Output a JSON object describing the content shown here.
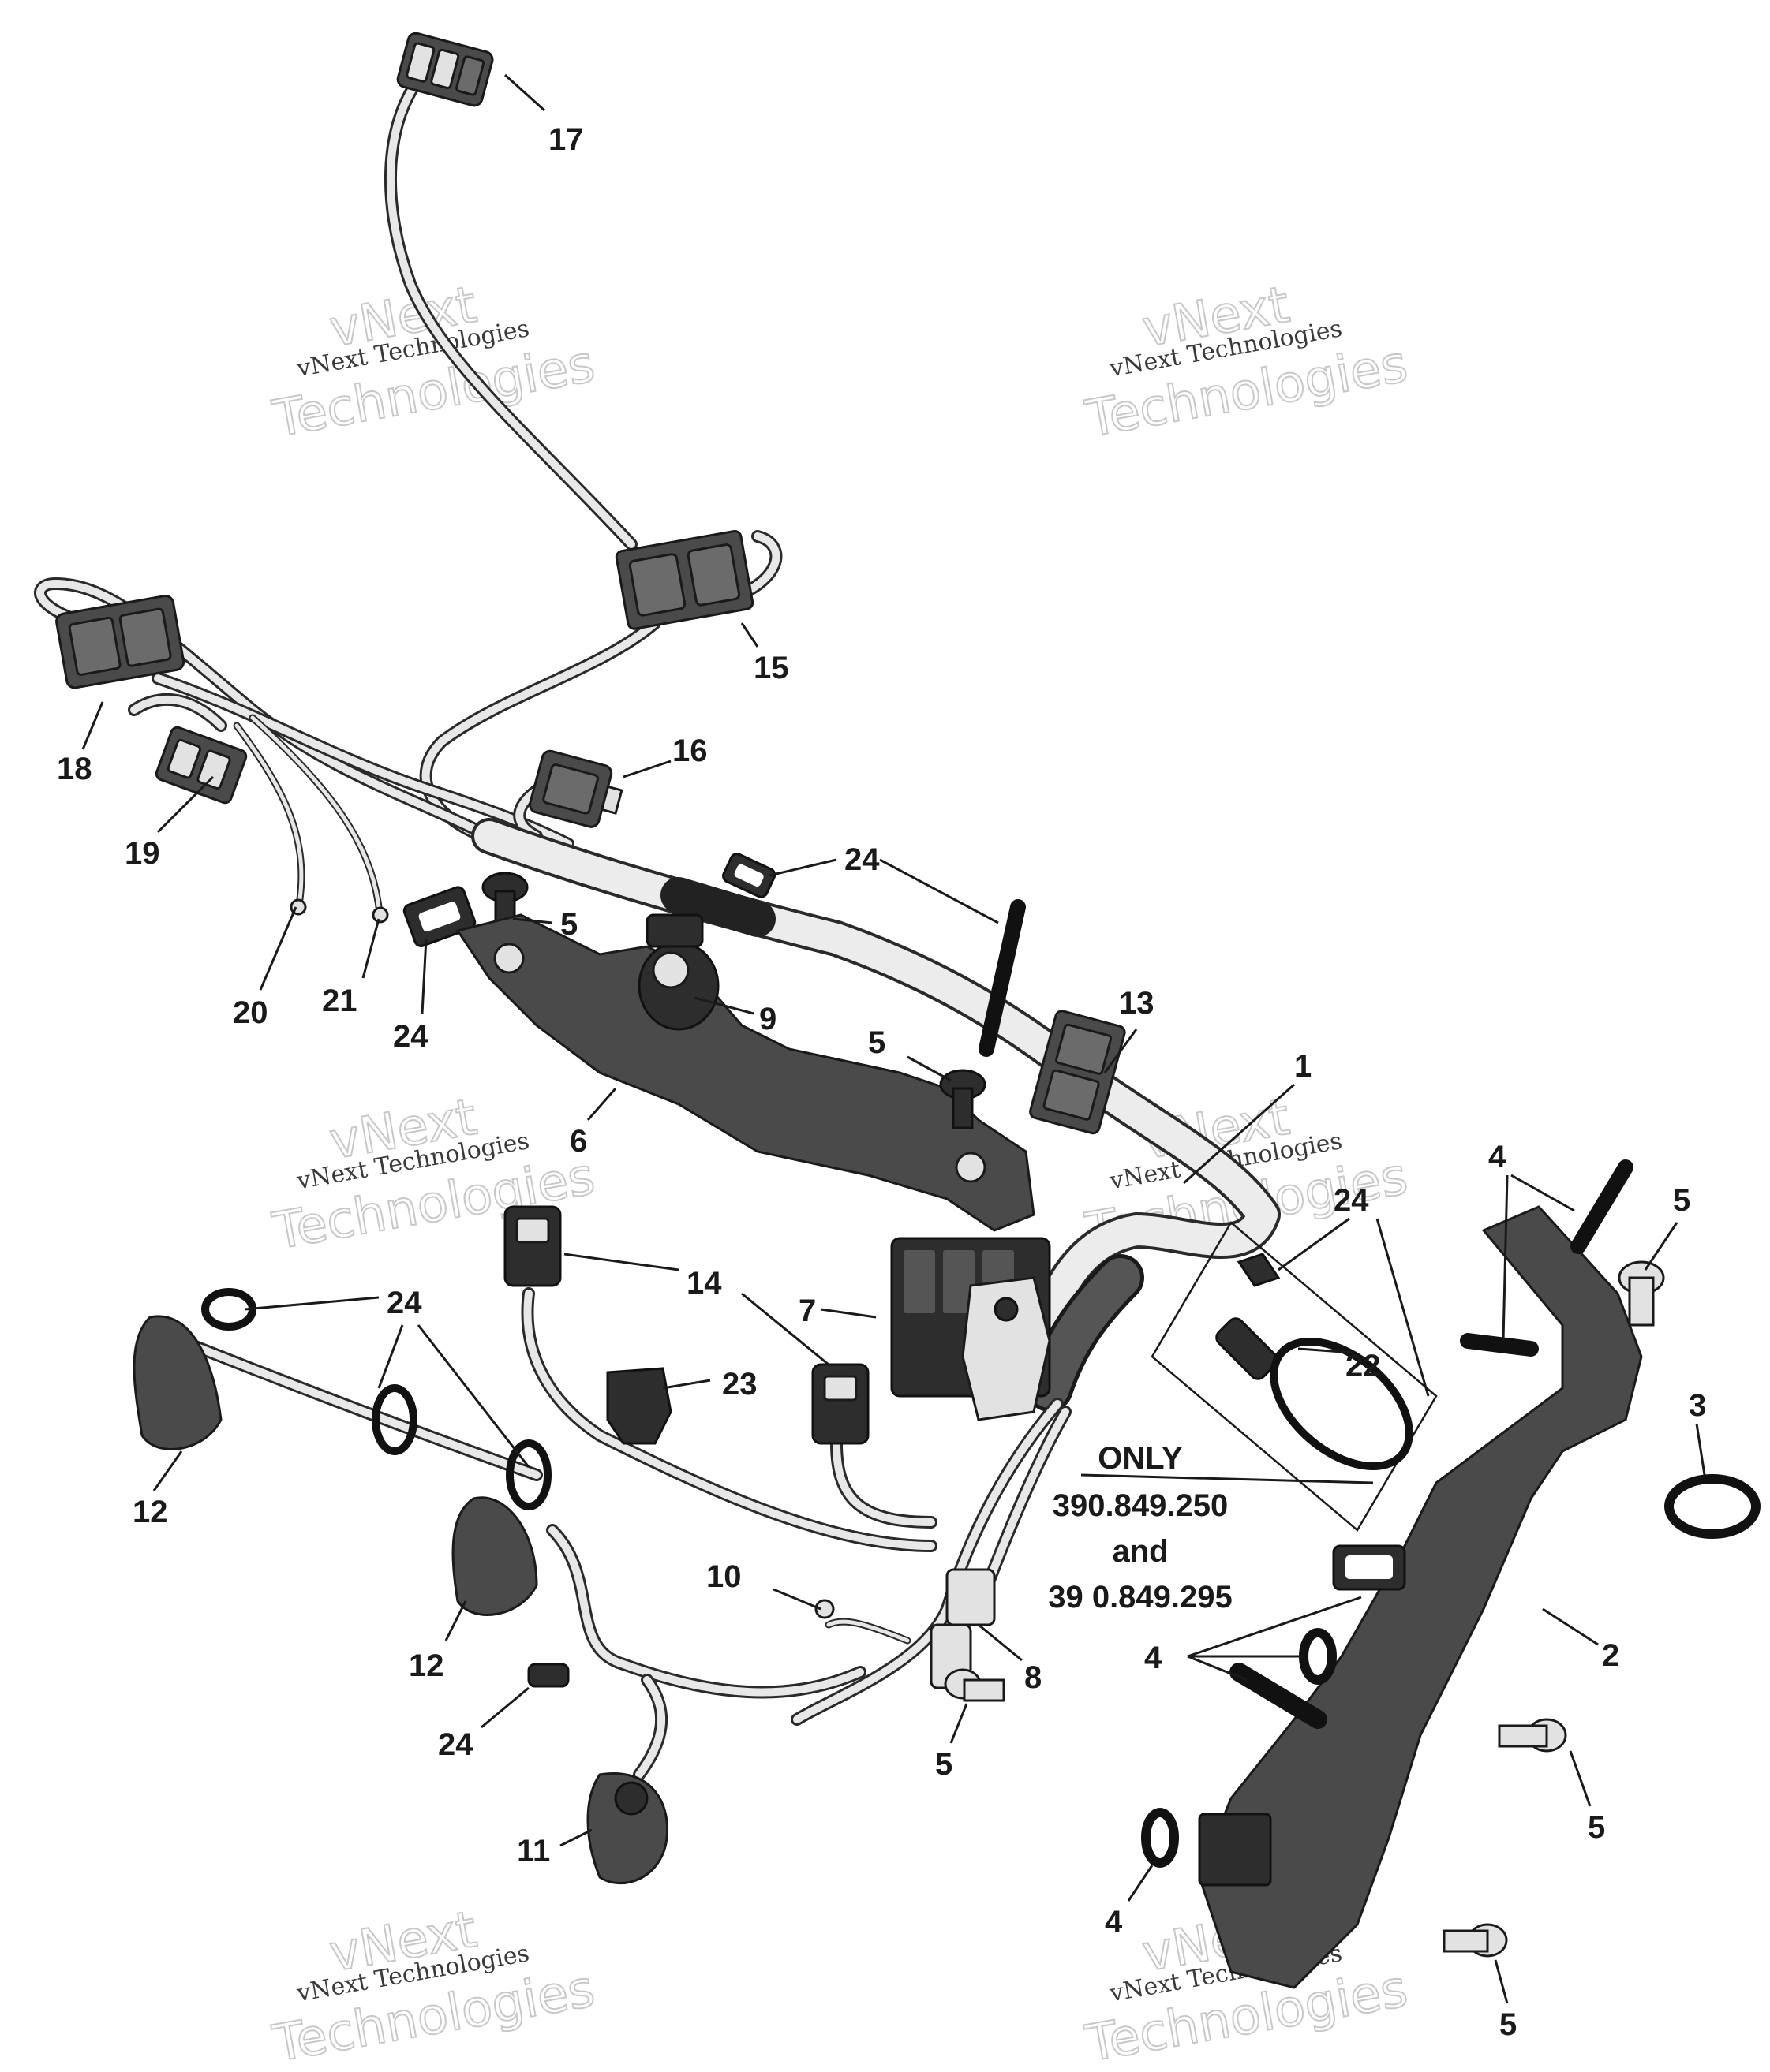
{
  "watermarks": [
    {
      "line1": "vNext",
      "line2": "vNext Technologies",
      "line3": "Technologies"
    },
    {
      "line1": "vNext",
      "line2": "vNext Technologies",
      "line3": "Technologies"
    },
    {
      "line1": "vNext",
      "line2": "vNext Technologies",
      "line3": "Technologies"
    },
    {
      "line1": "vNext",
      "line2": "vNext Technologies",
      "line3": "Technologies"
    },
    {
      "line1": "vNext",
      "line2": "vNext Technologies",
      "line3": "Technologies"
    },
    {
      "line1": "vNext",
      "line2": "vNext Technologies",
      "line3": "Technologies"
    }
  ],
  "callouts": {
    "c17": "17",
    "c15": "15",
    "c18": "18",
    "c16": "16",
    "c19": "19",
    "c24a": "24",
    "c5a": "5",
    "c20": "20",
    "c21": "21",
    "c24b": "24",
    "c9": "9",
    "c13": "13",
    "c5b": "5",
    "c6": "6",
    "c1": "1",
    "c4a": "4",
    "c5c": "5",
    "c24c": "24",
    "c24d": "24",
    "c14": "14",
    "c7": "7",
    "c22": "22",
    "c23": "23",
    "c3": "3",
    "c12a": "12",
    "c12b": "12",
    "c10": "10",
    "c8": "8",
    "c2": "2",
    "c4b": "4",
    "c24e": "24",
    "c5d": "5",
    "c5e": "5",
    "c11": "11",
    "c4c": "4",
    "c5f": "5"
  },
  "note": {
    "line1": "ONLY",
    "line2": "390.849.250",
    "line3": "and",
    "line4": "39 0.849.295"
  }
}
